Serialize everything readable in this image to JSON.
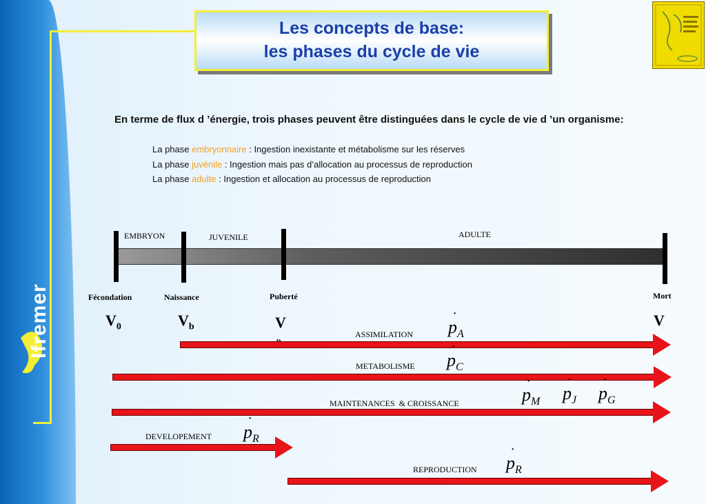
{
  "brand": {
    "name": "Ifremer"
  },
  "title": {
    "line1": "Les concepts de base:",
    "line2": "les phases du cycle de vie"
  },
  "intro": {
    "text": "En terme de flux d ’énergie, trois phases peuvent être distinguées dans le cycle de vie d ’un organisme:"
  },
  "phases": [
    {
      "prefix": "La phase ",
      "name": "embryonnaire",
      "desc": " : Ingestion inexistante et métabolisme sur les réserves"
    },
    {
      "prefix": "La phase ",
      "name": "juvénile",
      "desc": " : Ingestion mais pas d’allocation au processus de reproduction"
    },
    {
      "prefix": "La phase ",
      "name": "adulte",
      "desc": " : Ingestion et allocation au processus de reproduction"
    }
  ],
  "timeline": {
    "phase_labels": {
      "embryon": "EMBRYON",
      "juvenile": "JUVENILE",
      "adulte": "ADULTE"
    },
    "events": {
      "fecondation": "Fécondation",
      "naissance": "Naissance",
      "puberte": "Puberté",
      "mort": "Mort"
    },
    "v_labels": {
      "v0_main": "V",
      "v0_sub": "0",
      "vb_main": "V",
      "vb_sub": "b",
      "vp_main": "V",
      "vp_sub": "p",
      "vm_main": "V"
    }
  },
  "fluxes": {
    "assimilation": {
      "label": "ASSIMILATION",
      "symbol": "p",
      "dot": "˙",
      "sub": "A"
    },
    "metabolisme": {
      "label": "METABOLISME",
      "symbol": "p",
      "dot": "˙",
      "sub": "C"
    },
    "maintenances": {
      "label": "MAINTENANCES  & CROISSANCE",
      "symbols": [
        {
          "symbol": "p",
          "dot": "˙",
          "sub": "M"
        },
        {
          "symbol": "p",
          "dot": "˙",
          "sub": "J"
        },
        {
          "symbol": "p",
          "dot": "˙",
          "sub": "G"
        }
      ]
    },
    "developement": {
      "label": "DEVELOPEMENT",
      "symbol": "p",
      "dot": "˙",
      "sub": "R"
    },
    "reproduction": {
      "label": "REPRODUCTION",
      "symbol": "p",
      "dot": "˙",
      "sub": "R"
    }
  },
  "colors": {
    "arrow": "#e8141a",
    "highlight": "#f3a21d",
    "title": "#1b3fa8",
    "frame": "#f3ee36"
  }
}
